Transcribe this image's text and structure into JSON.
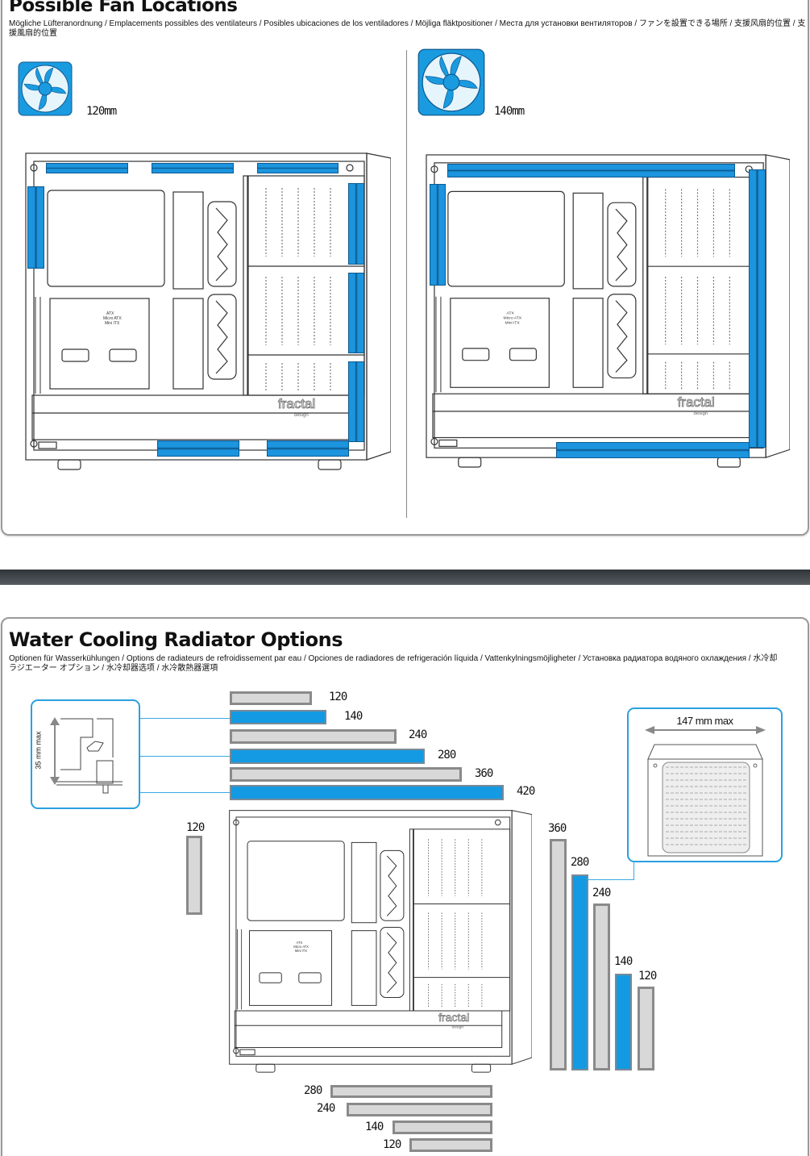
{
  "fan_section": {
    "title": "Possible Fan Locations",
    "subtitle": "Mögliche Lüfteranordnung / Emplacements possibles des ventilateurs / Posibles ubicaciones de los ventiladores / Möjliga fläktpositioner / Места для установки вентиляторов / ファンを設置できる場所 / 支援风扇的位置 / 支援風扇的位置",
    "fan_120_label": "120mm",
    "fan_140_label": "140mm"
  },
  "radiator_section": {
    "title": "Water Cooling Radiator Options",
    "subtitle": "Optionen für Wasserkühlungen / Options de radiateurs de refroidissement par eau / Opciones de radiadores de refrigeración líquida / Vattenkylningsmöjligheter / Установка радиатора водяного охлаждения / 水冷却ラジエーター オプション / 水冷却器选项 / 水冷散熱器選項",
    "height_note": "35 mm max",
    "width_note": "147 mm max",
    "top_sizes": [
      "120",
      "140",
      "240",
      "280",
      "360",
      "420"
    ],
    "rear_sizes": [
      "120"
    ],
    "front_sizes": [
      "360",
      "280",
      "240",
      "140",
      "120"
    ],
    "bottom_sizes": [
      "280",
      "240",
      "140",
      "120"
    ]
  },
  "case_labels": {
    "brand": "fractal",
    "brand_sub": "design",
    "atx": "ATX",
    "matx": "Micro ATX",
    "itx": "Mini ITX"
  },
  "colors": {
    "accent": "#139ae3",
    "bar_grey": "#d8d8d8"
  }
}
